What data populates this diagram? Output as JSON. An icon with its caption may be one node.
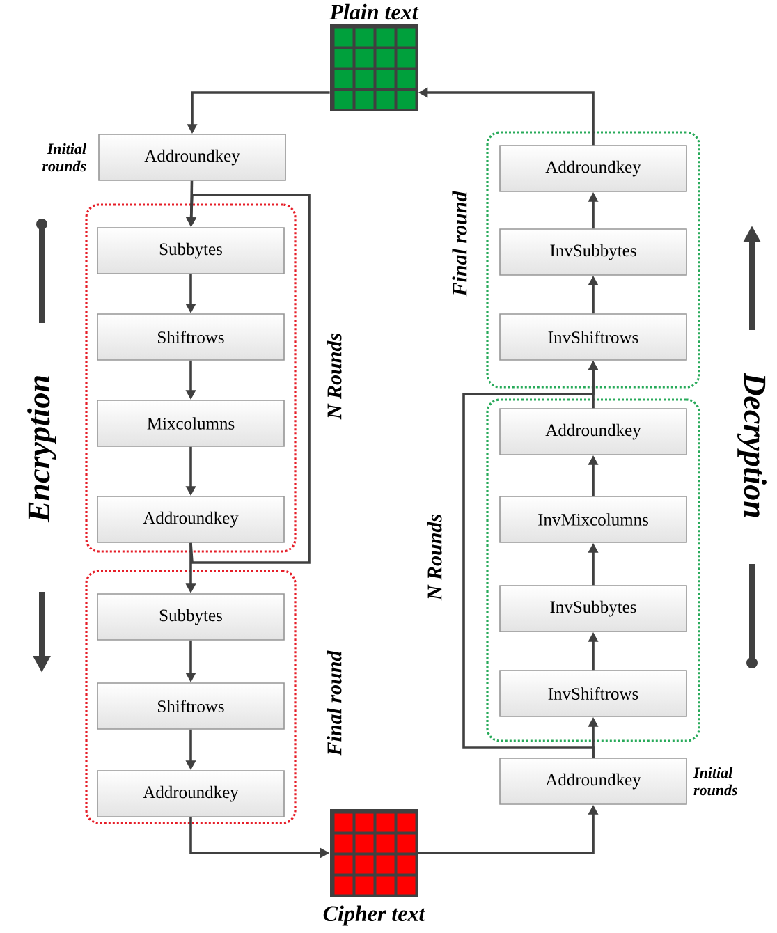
{
  "diagram": {
    "nodes": [
      {
        "text": [
          "Plain text"
        ]
      },
      {
        "text": [
          "Cipher text"
        ]
      },
      {
        "text": [
          "N Rounds"
        ]
      },
      {
        "text": [
          "Final round"
        ]
      },
      {
        "text": [
          "Addroundkey"
        ],
        "beside": [
          "Initial rounds"
        ]
      },
      {
        "text": [
          "Subbytes"
        ],
        "in": 2
      },
      {
        "text": [
          "Shiftrows"
        ],
        "in": 2
      },
      {
        "text": [
          "Mixcolumns"
        ],
        "in": 2
      },
      {
        "text": [
          "Addroundkey"
        ],
        "in": 2
      },
      {
        "text": [
          "Subbytes"
        ],
        "in": 3
      },
      {
        "text": [
          "Shiftrows"
        ],
        "in": 3
      },
      {
        "text": [
          "Addroundkey"
        ],
        "in": 3
      },
      {
        "text": [
          "Final round"
        ]
      },
      {
        "text": [
          "Addroundkey"
        ],
        "in": 12
      },
      {
        "text": [
          "InvSubbytes"
        ],
        "in": 12
      },
      {
        "text": [
          "InvShiftrows"
        ],
        "in": 12
      },
      {
        "text": [
          "N Rounds"
        ]
      },
      {
        "text": [
          "Addroundkey"
        ],
        "in": 16
      },
      {
        "text": [
          "InvMixcolumns"
        ],
        "in": 16
      },
      {
        "text": [
          "InvSubbytes"
        ],
        "in": 16
      },
      {
        "text": [
          "InvShiftrows"
        ],
        "in": 16
      },
      {
        "text": [
          "Addroundkey"
        ],
        "beside": [
          "Initial rounds"
        ]
      }
    ],
    "edges": [
      {
        "from": 0,
        "to": 4,
        "arrow": "to"
      },
      {
        "from": 4,
        "to": 5,
        "arrow": "to"
      },
      {
        "from": 5,
        "to": 6,
        "arrow": "to"
      },
      {
        "from": 6,
        "to": 7,
        "arrow": "to"
      },
      {
        "from": 7,
        "to": 8,
        "arrow": "to"
      },
      {
        "from": 8,
        "to": 9,
        "arrow": "to"
      },
      {
        "from": 8,
        "to": 5,
        "arrow": "to"
      },
      {
        "from": 9,
        "to": 10,
        "arrow": "to"
      },
      {
        "from": 10,
        "to": 11,
        "arrow": "to"
      },
      {
        "from": 11,
        "to": 1,
        "arrow": "to"
      },
      {
        "from": 1,
        "to": 21,
        "arrow": "to"
      },
      {
        "from": 21,
        "to": 20,
        "arrow": "to"
      },
      {
        "from": 21,
        "to": 15,
        "arrow": "to"
      },
      {
        "from": 20,
        "to": 19,
        "arrow": "to"
      },
      {
        "from": 19,
        "to": 18,
        "arrow": "to"
      },
      {
        "from": 18,
        "to": 17,
        "arrow": "to"
      },
      {
        "from": 17,
        "to": 15,
        "arrow": "to"
      },
      {
        "from": 15,
        "to": 14,
        "arrow": "to"
      },
      {
        "from": 14,
        "to": 13,
        "arrow": "to"
      },
      {
        "from": 13,
        "to": 0,
        "arrow": "to"
      }
    ],
    "labels": [
      "Encryption",
      "Decryption"
    ]
  }
}
